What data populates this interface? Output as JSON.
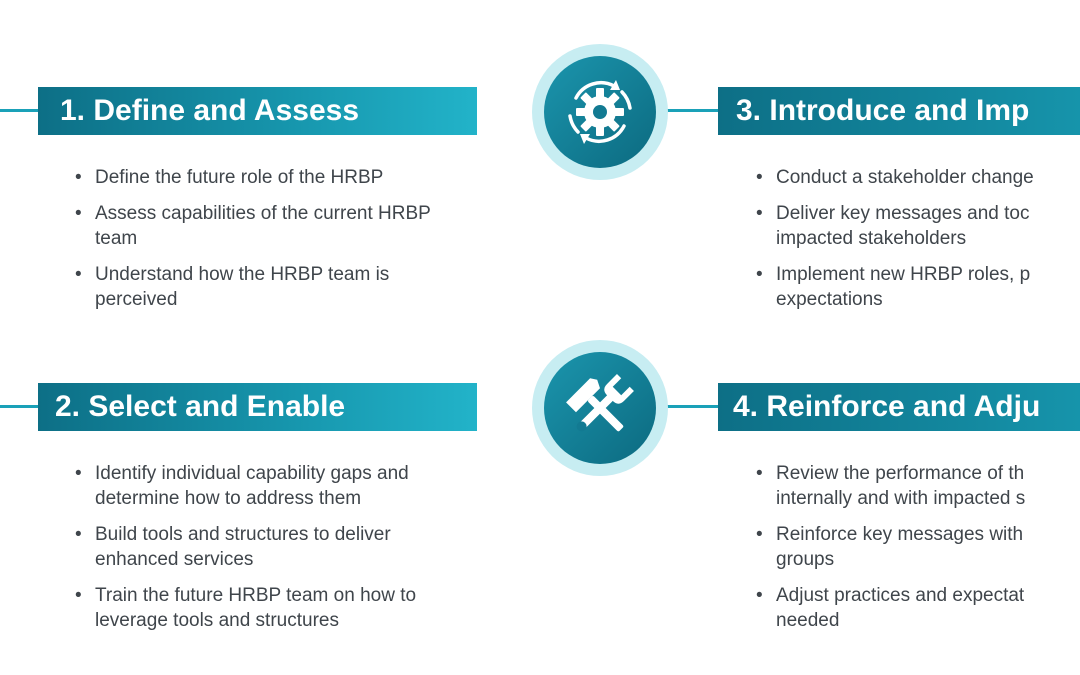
{
  "steps": [
    {
      "title": "1. Define and Assess",
      "bullets": [
        "Define the future role of the HRBP",
        "Assess capabilities of the current HRBP team",
        "Understand how the HRBP team is perceived"
      ]
    },
    {
      "title": "2. Select and Enable",
      "bullets": [
        "Identify individual capability gaps and determine how to address them",
        "Build tools and structures to deliver enhanced services",
        "Train the future HRBP team on how to leverage tools and structures"
      ]
    },
    {
      "title": "3. Introduce and Imp",
      "bullets": [
        "Conduct a stakeholder change",
        "Deliver key messages and toc impacted stakeholders",
        "Implement new HRBP roles, p expectations"
      ]
    },
    {
      "title": "4. Reinforce and Adju",
      "bullets": [
        "Review the performance of th internally and with impacted s",
        "Reinforce key messages with groups",
        "Adjust practices and expectat needed"
      ]
    }
  ],
  "icons": [
    "gear-cycle-icon",
    "hammer-wrench-icon"
  ],
  "colors": {
    "banner_dark": "#0d6f86",
    "banner_light": "#22b3c9",
    "circle_outer": "#bfe9ef",
    "circle_inner": "#137f97",
    "text": "#3f454b"
  }
}
